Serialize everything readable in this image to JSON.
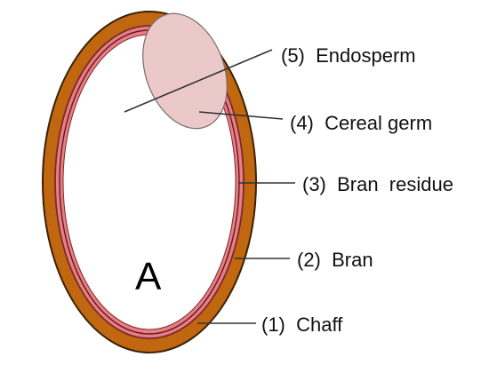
{
  "figure": {
    "panel_letter": "A",
    "colors": {
      "chaff": "#c0670f",
      "chaff_edge": "#3a2208",
      "bran": "#ea7d84",
      "bran_edge": "#7a2a2e",
      "bran_residue_line": "#5c1e22",
      "germ": "#ebc9c9",
      "germ_edge": "#7a6a6a",
      "endosperm": "#ffffff"
    },
    "layers": [
      {
        "id": "endosperm",
        "label": "(5)  Endosperm"
      },
      {
        "id": "germ",
        "label": "(4)  Cereal germ"
      },
      {
        "id": "bran_residue",
        "label": "(3)  Bran  residue"
      },
      {
        "id": "bran",
        "label": "(2)  Bran"
      },
      {
        "id": "chaff",
        "label": "(1)  Chaff"
      }
    ]
  }
}
